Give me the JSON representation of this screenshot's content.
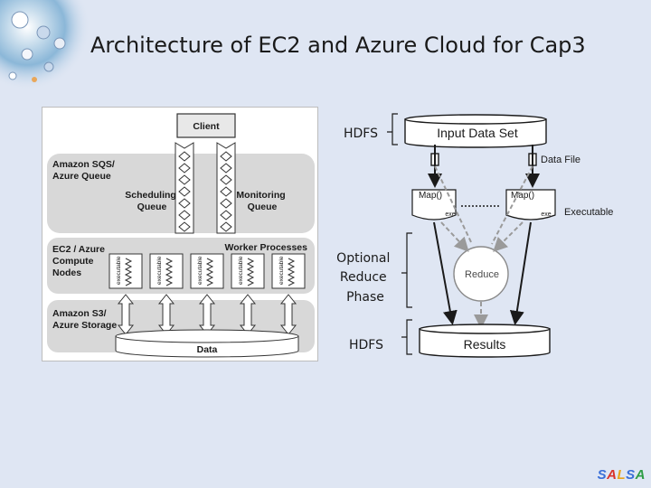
{
  "slide": {
    "title": "Architecture of EC2 and Azure Cloud for Cap3"
  },
  "left_diagram": {
    "client": "Client",
    "queue_layer": [
      "Amazon SQS/",
      "Azure Queue"
    ],
    "scheduling_queue": [
      "Scheduling",
      "Queue"
    ],
    "monitoring_queue": [
      "Monitoring",
      "Queue"
    ],
    "compute_layer": [
      "EC2 / Azure",
      "Compute",
      "Nodes"
    ],
    "worker_processes": "Worker Processes",
    "executable_label": "executable",
    "storage_layer": [
      "Amazon S3/",
      "Azure Storage"
    ],
    "data": "Data"
  },
  "right_diagram": {
    "hdfs_top": "HDFS",
    "input_data_set": "Input Data Set",
    "data_file": "Data File",
    "map_left": "Map()",
    "map_right": "Map()",
    "exe": "exe",
    "executable": "Executable",
    "optional_reduce": [
      "Optional",
      "Reduce",
      "Phase"
    ],
    "reduce": "Reduce",
    "results": "Results",
    "hdfs_bottom": "HDFS"
  },
  "footer": {
    "logo": [
      "S",
      "A",
      "L",
      "S",
      "A"
    ],
    "logo_colors": [
      "#3a6fd8",
      "#d9342b",
      "#e8a51b",
      "#3a6fd8",
      "#2e9d45"
    ]
  }
}
